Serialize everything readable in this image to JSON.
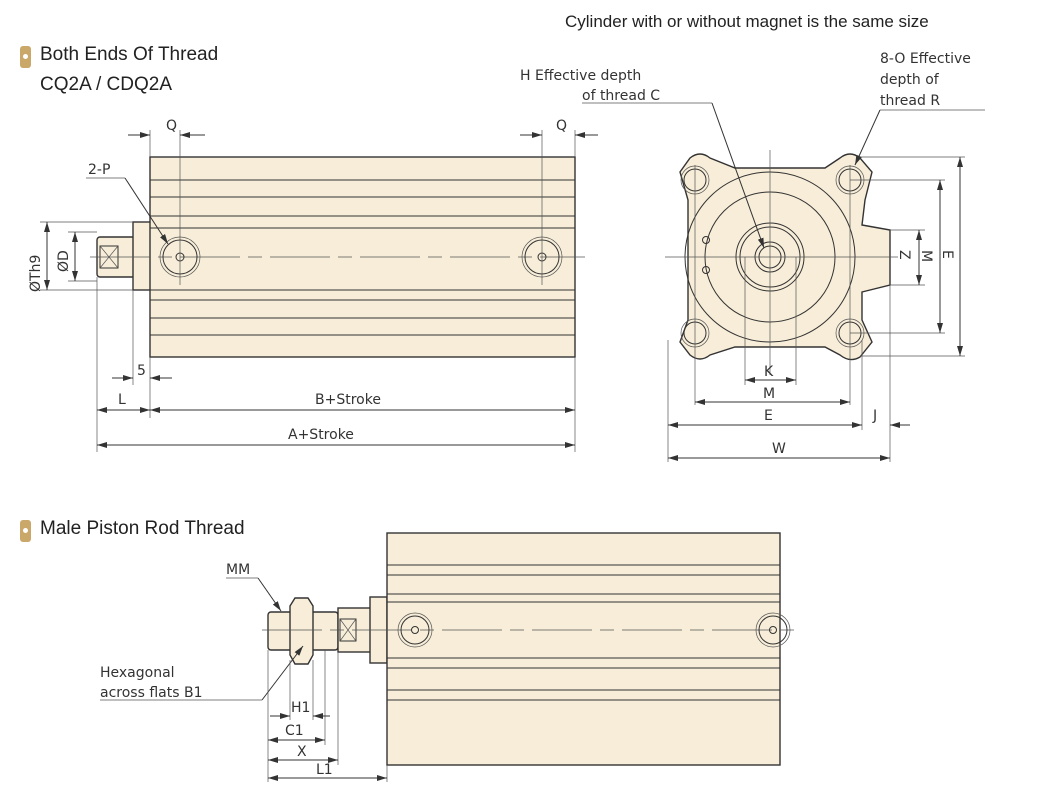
{
  "note": "Cylinder with or without magnet is the same size",
  "section1": {
    "title": "Both Ends Of Thread",
    "model": "CQ2A / CDQ2A"
  },
  "section2": {
    "title": "Male Piston Rod Thread"
  },
  "side_view": {
    "q_left": "Q",
    "q_right": "Q",
    "port": "2-P",
    "th9": "ØTh9",
    "d": "ØD",
    "five": "5",
    "l": "L",
    "b_stroke": "B+Stroke",
    "a_stroke": "A+Stroke"
  },
  "end_view": {
    "h_line1": "H Effective depth",
    "h_line2": "of thread C",
    "o_line1": "8-O Effective",
    "o_line2": "depth of",
    "o_line3": "thread R",
    "z": "Z",
    "m_v": "M",
    "e_v": "E",
    "k": "K",
    "m_h": "M",
    "e_h": "E",
    "j": "J",
    "w": "W"
  },
  "male_view": {
    "mm": "MM",
    "hex1": "Hexagonal",
    "hex2": "across flats B1",
    "h1": "H1",
    "c1": "C1",
    "x": "X",
    "l1": "L1"
  },
  "colors": {
    "body": "#f7edd8",
    "accent": "#c9a86a"
  }
}
